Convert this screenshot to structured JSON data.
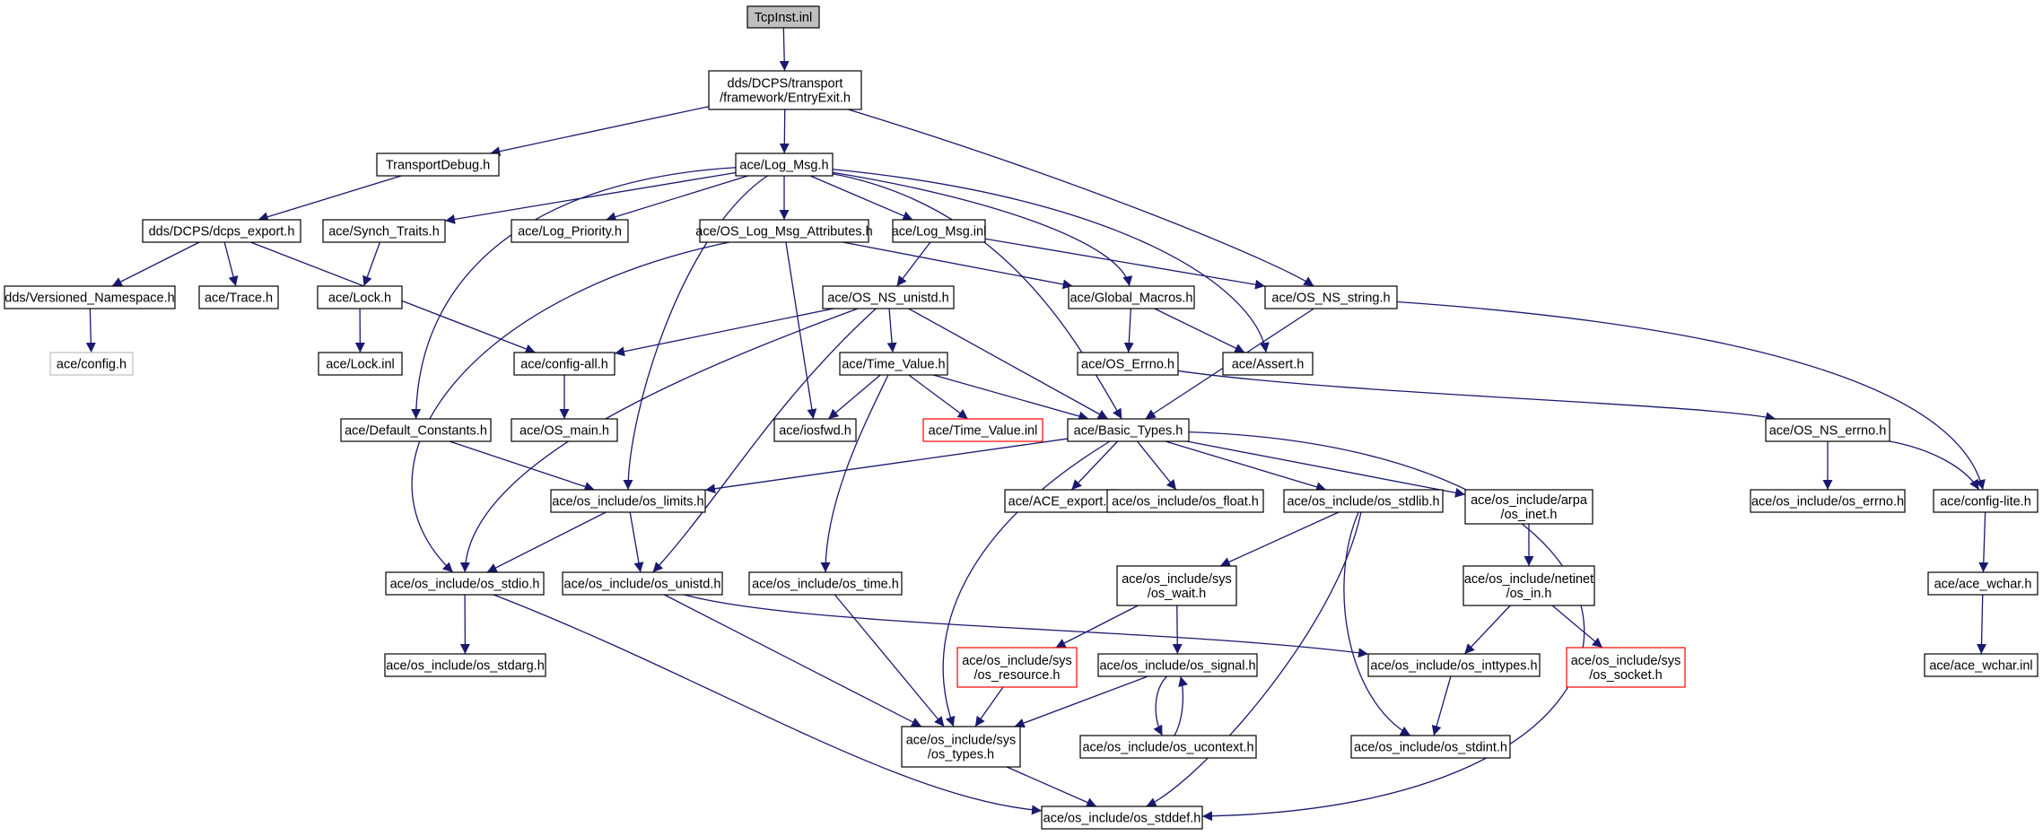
{
  "colors": {
    "edge": "#191970",
    "node_border": "#000000",
    "node_border_missing": "#ff0000",
    "node_border_external": "#bfbfbf",
    "root_fill": "#bfbfbf",
    "node_fill": "#ffffff"
  },
  "nodes": {
    "tcpinst": {
      "lines": [
        "TcpInst.inl"
      ],
      "style": "root"
    },
    "entryexit": {
      "lines": [
        "dds/DCPS/transport",
        "/framework/EntryExit.h"
      ],
      "style": "normal"
    },
    "transportdebug": {
      "lines": [
        "TransportDebug.h"
      ],
      "style": "normal"
    },
    "log_msg_h": {
      "lines": [
        "ace/Log_Msg.h"
      ],
      "style": "normal"
    },
    "dcps_export": {
      "lines": [
        "dds/DCPS/dcps_export.h"
      ],
      "style": "normal"
    },
    "synch_traits": {
      "lines": [
        "ace/Synch_Traits.h"
      ],
      "style": "normal"
    },
    "log_priority": {
      "lines": [
        "ace/Log_Priority.h"
      ],
      "style": "normal"
    },
    "os_log_msg_attr": {
      "lines": [
        "ace/OS_Log_Msg_Attributes.h"
      ],
      "style": "normal"
    },
    "log_msg_inl": {
      "lines": [
        "ace/Log_Msg.inl"
      ],
      "style": "normal"
    },
    "versioned_ns": {
      "lines": [
        "dds/Versioned_Namespace.h"
      ],
      "style": "normal"
    },
    "trace": {
      "lines": [
        "ace/Trace.h"
      ],
      "style": "normal"
    },
    "lock_h": {
      "lines": [
        "ace/Lock.h"
      ],
      "style": "normal"
    },
    "os_ns_unistd": {
      "lines": [
        "ace/OS_NS_unistd.h"
      ],
      "style": "normal"
    },
    "global_macros": {
      "lines": [
        "ace/Global_Macros.h"
      ],
      "style": "normal"
    },
    "os_ns_string": {
      "lines": [
        "ace/OS_NS_string.h"
      ],
      "style": "normal"
    },
    "config_h": {
      "lines": [
        "ace/config.h"
      ],
      "style": "external"
    },
    "lock_inl": {
      "lines": [
        "ace/Lock.inl"
      ],
      "style": "normal"
    },
    "config_all": {
      "lines": [
        "ace/config-all.h"
      ],
      "style": "normal"
    },
    "time_value_h": {
      "lines": [
        "ace/Time_Value.h"
      ],
      "style": "normal"
    },
    "os_errno_h": {
      "lines": [
        "ace/OS_Errno.h"
      ],
      "style": "normal"
    },
    "assert_h": {
      "lines": [
        "ace/Assert.h"
      ],
      "style": "normal"
    },
    "os_main": {
      "lines": [
        "ace/OS_main.h"
      ],
      "style": "normal"
    },
    "default_constants": {
      "lines": [
        "ace/Default_Constants.h"
      ],
      "style": "normal"
    },
    "iosfwd": {
      "lines": [
        "ace/iosfwd.h"
      ],
      "style": "normal"
    },
    "time_value_inl": {
      "lines": [
        "ace/Time_Value.inl"
      ],
      "style": "missing"
    },
    "basic_types": {
      "lines": [
        "ace/Basic_Types.h"
      ],
      "style": "normal"
    },
    "os_ns_errno": {
      "lines": [
        "ace/OS_NS_errno.h"
      ],
      "style": "normal"
    },
    "os_limits": {
      "lines": [
        "ace/os_include/os_limits.h"
      ],
      "style": "normal"
    },
    "ace_export": {
      "lines": [
        "ace/ACE_export.h"
      ],
      "style": "normal"
    },
    "os_float": {
      "lines": [
        "ace/os_include/os_float.h"
      ],
      "style": "normal"
    },
    "os_stdlib": {
      "lines": [
        "ace/os_include/os_stdlib.h"
      ],
      "style": "normal"
    },
    "arpa_inet": {
      "lines": [
        "ace/os_include/arpa",
        "/os_inet.h"
      ],
      "style": "normal"
    },
    "os_include_errno": {
      "lines": [
        "ace/os_include/os_errno.h"
      ],
      "style": "normal"
    },
    "config_lite": {
      "lines": [
        "ace/config-lite.h"
      ],
      "style": "normal"
    },
    "os_stdio": {
      "lines": [
        "ace/os_include/os_stdio.h"
      ],
      "style": "normal"
    },
    "os_unistd": {
      "lines": [
        "ace/os_include/os_unistd.h"
      ],
      "style": "normal"
    },
    "os_time": {
      "lines": [
        "ace/os_include/os_time.h"
      ],
      "style": "normal"
    },
    "sys_wait": {
      "lines": [
        "ace/os_include/sys",
        "/os_wait.h"
      ],
      "style": "normal"
    },
    "netinet_in": {
      "lines": [
        "ace/os_include/netinet",
        "/os_in.h"
      ],
      "style": "normal"
    },
    "ace_wchar_h": {
      "lines": [
        "ace/ace_wchar.h"
      ],
      "style": "normal"
    },
    "os_stdarg": {
      "lines": [
        "ace/os_include/os_stdarg.h"
      ],
      "style": "normal"
    },
    "sys_resource": {
      "lines": [
        "ace/os_include/sys",
        "/os_resource.h"
      ],
      "style": "missing"
    },
    "os_signal": {
      "lines": [
        "ace/os_include/os_signal.h"
      ],
      "style": "normal"
    },
    "os_inttypes": {
      "lines": [
        "ace/os_include/os_inttypes.h"
      ],
      "style": "normal"
    },
    "sys_socket": {
      "lines": [
        "ace/os_include/sys",
        "/os_socket.h"
      ],
      "style": "missing"
    },
    "ace_wchar_inl": {
      "lines": [
        "ace/ace_wchar.inl"
      ],
      "style": "normal"
    },
    "sys_types": {
      "lines": [
        "ace/os_include/sys",
        "/os_types.h"
      ],
      "style": "normal"
    },
    "os_ucontext": {
      "lines": [
        "ace/os_include/os_ucontext.h"
      ],
      "style": "normal"
    },
    "os_stdint": {
      "lines": [
        "ace/os_include/os_stdint.h"
      ],
      "style": "normal"
    },
    "os_stddef": {
      "lines": [
        "ace/os_include/os_stddef.h"
      ],
      "style": "normal"
    }
  },
  "edges": [
    [
      "tcpinst",
      "entryexit"
    ],
    [
      "entryexit",
      "transportdebug"
    ],
    [
      "entryexit",
      "log_msg_h"
    ],
    [
      "entryexit",
      "os_ns_string"
    ],
    [
      "transportdebug",
      "dcps_export"
    ],
    [
      "dcps_export",
      "versioned_ns"
    ],
    [
      "dcps_export",
      "trace"
    ],
    [
      "dcps_export",
      "config_all"
    ],
    [
      "versioned_ns",
      "config_h"
    ],
    [
      "log_msg_h",
      "synch_traits"
    ],
    [
      "log_msg_h",
      "log_priority"
    ],
    [
      "log_msg_h",
      "os_log_msg_attr"
    ],
    [
      "log_msg_h",
      "log_msg_inl"
    ],
    [
      "log_msg_h",
      "global_macros"
    ],
    [
      "log_msg_h",
      "assert_h"
    ],
    [
      "log_msg_h",
      "default_constants"
    ],
    [
      "log_msg_h",
      "os_limits"
    ],
    [
      "log_msg_h",
      "basic_types"
    ],
    [
      "synch_traits",
      "lock_h"
    ],
    [
      "lock_h",
      "lock_inl"
    ],
    [
      "os_log_msg_attr",
      "global_macros"
    ],
    [
      "os_log_msg_attr",
      "iosfwd"
    ],
    [
      "os_log_msg_attr",
      "os_stdio"
    ],
    [
      "log_msg_inl",
      "os_ns_unistd"
    ],
    [
      "log_msg_inl",
      "os_ns_string"
    ],
    [
      "os_ns_unistd",
      "config_all"
    ],
    [
      "os_ns_unistd",
      "time_value_h"
    ],
    [
      "os_ns_unistd",
      "basic_types"
    ],
    [
      "os_ns_unistd",
      "os_unistd"
    ],
    [
      "os_ns_unistd",
      "os_stdio"
    ],
    [
      "global_macros",
      "os_errno_h"
    ],
    [
      "global_macros",
      "assert_h"
    ],
    [
      "os_ns_string",
      "basic_types"
    ],
    [
      "os_ns_string",
      "config_lite"
    ],
    [
      "config_all",
      "os_main"
    ],
    [
      "time_value_h",
      "iosfwd"
    ],
    [
      "time_value_h",
      "time_value_inl"
    ],
    [
      "time_value_h",
      "basic_types"
    ],
    [
      "time_value_h",
      "os_time"
    ],
    [
      "os_errno_h",
      "os_ns_errno"
    ],
    [
      "default_constants",
      "os_limits"
    ],
    [
      "basic_types",
      "os_limits"
    ],
    [
      "basic_types",
      "ace_export"
    ],
    [
      "basic_types",
      "os_float"
    ],
    [
      "basic_types",
      "os_stdlib"
    ],
    [
      "basic_types",
      "arpa_inet"
    ],
    [
      "basic_types",
      "sys_types"
    ],
    [
      "basic_types",
      "os_stddef"
    ],
    [
      "os_ns_errno",
      "os_include_errno"
    ],
    [
      "os_ns_errno",
      "config_lite"
    ],
    [
      "os_limits",
      "os_stdio"
    ],
    [
      "os_limits",
      "os_unistd"
    ],
    [
      "os_stdlib",
      "sys_wait"
    ],
    [
      "os_stdlib",
      "os_stdint"
    ],
    [
      "os_stdlib",
      "os_stddef"
    ],
    [
      "arpa_inet",
      "netinet_in"
    ],
    [
      "config_lite",
      "ace_wchar_h"
    ],
    [
      "ace_wchar_h",
      "ace_wchar_inl"
    ],
    [
      "os_stdio",
      "os_stdarg"
    ],
    [
      "os_stdio",
      "os_stddef"
    ],
    [
      "os_unistd",
      "sys_types"
    ],
    [
      "os_unistd",
      "os_inttypes"
    ],
    [
      "os_time",
      "sys_types"
    ],
    [
      "sys_wait",
      "sys_resource"
    ],
    [
      "sys_wait",
      "os_signal"
    ],
    [
      "netinet_in",
      "os_inttypes"
    ],
    [
      "netinet_in",
      "sys_socket"
    ],
    [
      "sys_resource",
      "sys_types"
    ],
    [
      "os_signal",
      "sys_types"
    ],
    [
      "os_signal",
      "os_ucontext"
    ],
    [
      "os_ucontext",
      "os_signal"
    ],
    [
      "os_inttypes",
      "os_stdint"
    ],
    [
      "sys_types",
      "os_stddef"
    ]
  ]
}
